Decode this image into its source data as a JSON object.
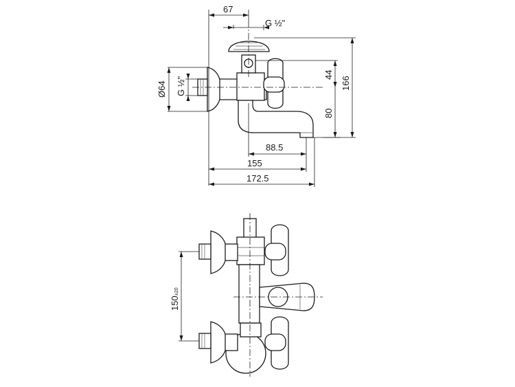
{
  "dimensions": {
    "width_67": "67",
    "thread_top": "G ½\"",
    "dia_64": "Ø64",
    "thread_side": "G ½\"",
    "height_44": "44",
    "height_166": "166",
    "height_80": "80",
    "len_88_5": "88.5",
    "len_155": "155",
    "len_172_5": "172.5",
    "spacing_150": "150",
    "spacing_tol": "±20"
  }
}
